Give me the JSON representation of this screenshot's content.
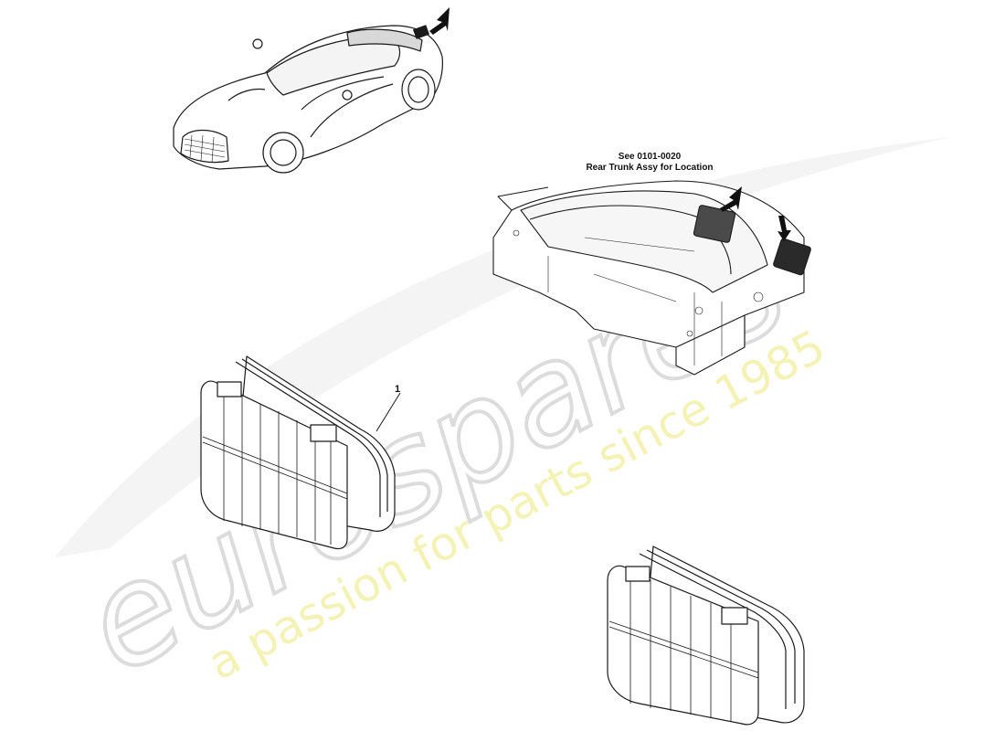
{
  "watermark": {
    "brand": "eurospares",
    "tagline": "a passion for parts since 1985",
    "brand_color": "#dcdcdc",
    "tagline_color": "#f3f0a8"
  },
  "diagram": {
    "location_note_line1": "See 0101-0020",
    "location_note_line2": "Rear Trunk Assy for Location",
    "callout_1": "1",
    "line_color": "#1a1a1a",
    "arrow_color": "#111111"
  }
}
